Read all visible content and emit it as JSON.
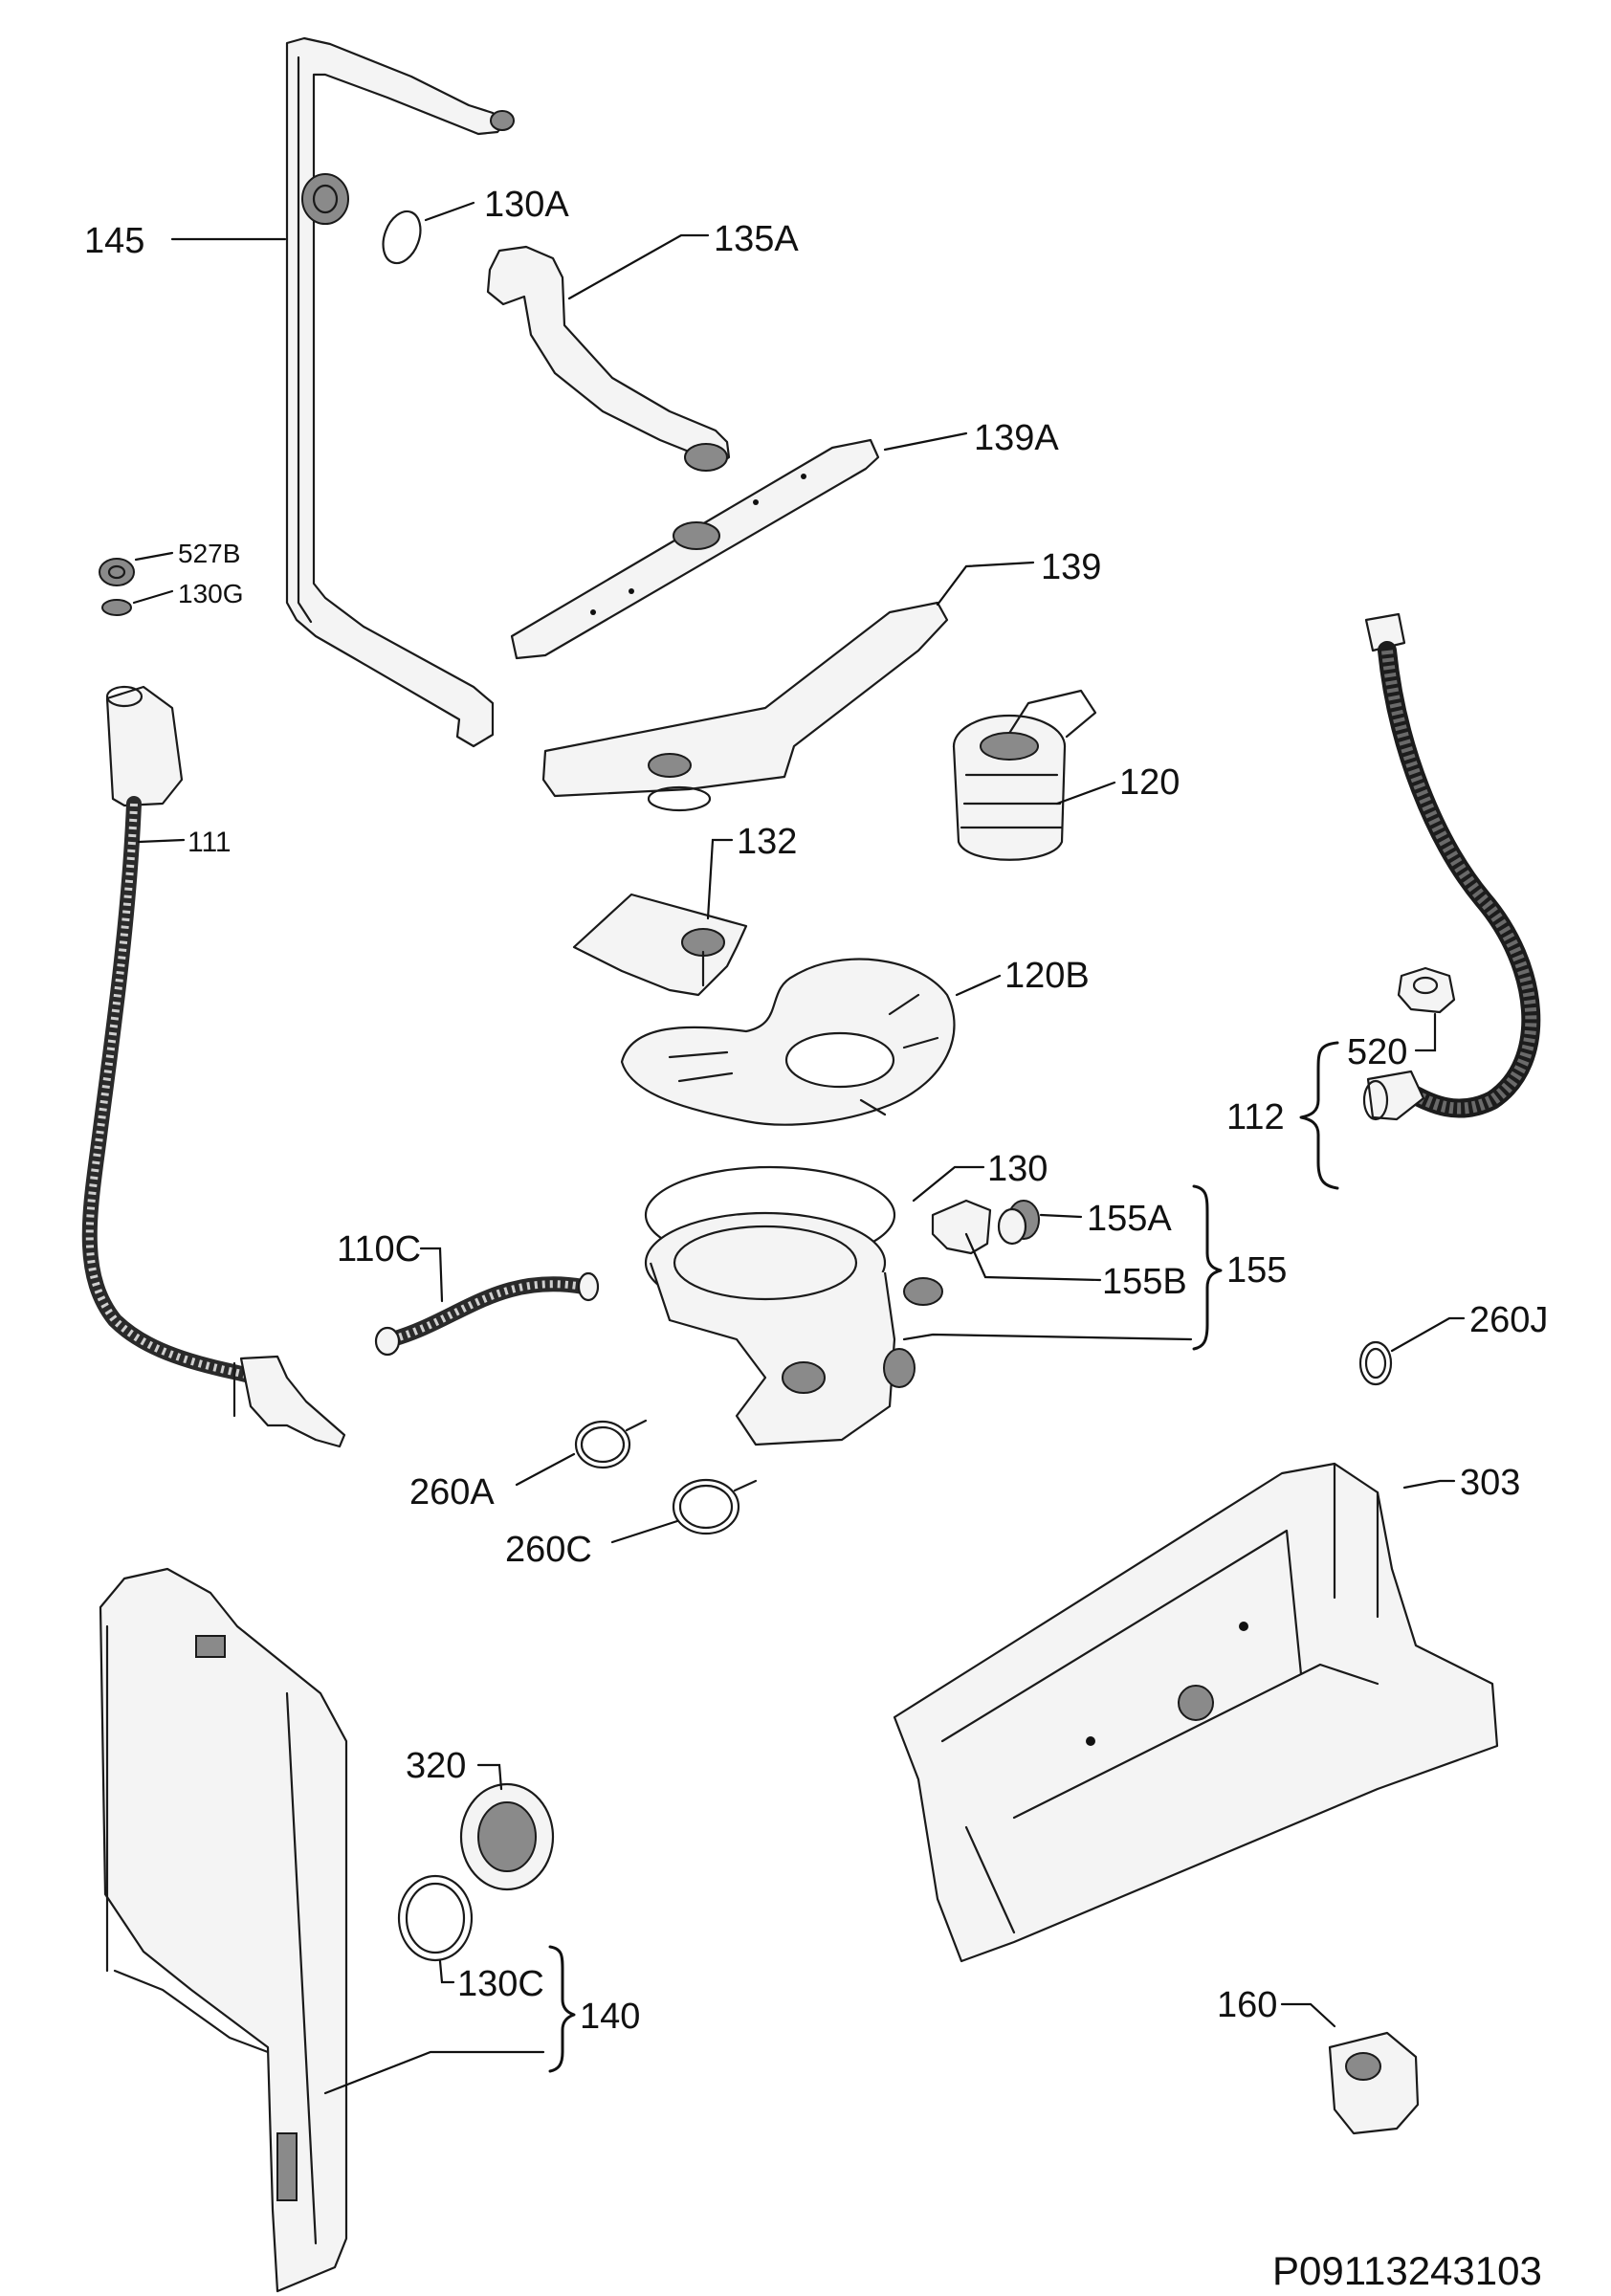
{
  "labels": {
    "l145": "145",
    "l130a": "130A",
    "l135a": "135A",
    "l139a": "139A",
    "l527b": "527B",
    "l130g": "130G",
    "l139": "139",
    "l111": "111",
    "l120": "120",
    "l132": "132",
    "l120b": "120B",
    "l520": "520",
    "l112": "112",
    "l130": "130",
    "l155a": "155A",
    "l110c": "110C",
    "l155b": "155B",
    "l155": "155",
    "l260j": "260J",
    "l260a": "260A",
    "l303": "303",
    "l260c": "260C",
    "l320": "320",
    "l130c": "130C",
    "l140": "140",
    "l160": "160"
  },
  "diagram_code": "P09113243103"
}
